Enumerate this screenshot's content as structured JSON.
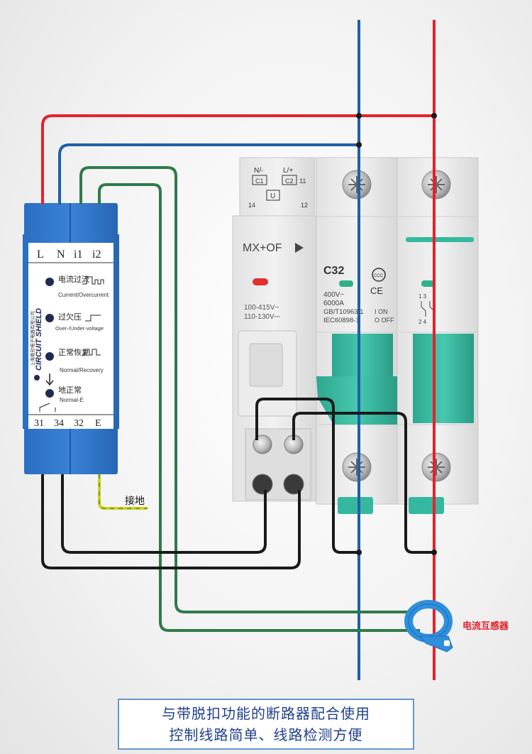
{
  "relay": {
    "terminals_top": [
      "L",
      "N",
      "i1",
      "i2"
    ],
    "indicators": [
      {
        "cn": "电流过流",
        "en": "Current/Overcurrent"
      },
      {
        "cn": "过欠压",
        "en": "Over-/Under-voltage"
      },
      {
        "cn": "正常恢复",
        "en": "Normal/Recovery"
      },
      {
        "cn": "地正常",
        "en": "Normal-E"
      }
    ],
    "terminals_bottom": [
      "31",
      "34",
      "32",
      "E"
    ],
    "brand": "CIRCUIT SHIELD",
    "company": "上海盾封电子电器有限公司"
  },
  "breaker": {
    "aux_terminals": {
      "n_label": "N/-",
      "l_label": "L/+",
      "c1": "C1",
      "c2": "C2",
      "num_11": "11",
      "num_14": "14",
      "num_12": "12",
      "coil": "U"
    },
    "shunt_label": "MX+OF",
    "shunt_voltage_1": "100-415V~",
    "shunt_voltage_2": "110-130V⎓",
    "model": "C32",
    "spec_1": "400V~",
    "spec_2": "6000A",
    "spec_3": "GB/T10963.1",
    "spec_4": "IEC60898-1",
    "on_label": "I ON",
    "off_label": "O OFF",
    "ce_mark": "CE",
    "ccc_mark": "CCC",
    "pole_numbers_top": "1 3",
    "pole_numbers_bottom": "2 4"
  },
  "labels": {
    "ground": "接地",
    "current_transformer": "电流互感器"
  },
  "caption": {
    "line1": "与带脱扣功能的断路器配合使用",
    "line2": "控制线路简单、线路检测方便"
  },
  "colors": {
    "live_wire": "#e8202a",
    "neutral_wire": "#1f5fa8",
    "sensor_wire": "#2f7a4a",
    "control_wire": "#1a1a1a",
    "ground_wire": "#d6cf1a",
    "relay_body": "#2d74c8",
    "breaker_handle": "#36b8a0",
    "ct_ring": "#2f8fdc"
  }
}
